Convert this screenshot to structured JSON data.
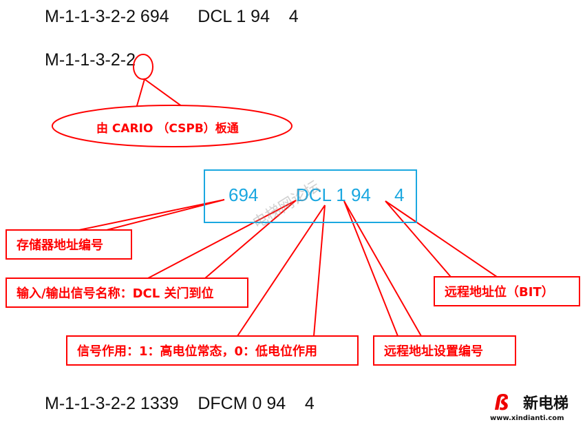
{
  "lines": {
    "top": "M-1-1-3-2-2 694      DCL 1 94    4",
    "second": "M-1-1-3-2-2",
    "bottom": "M-1-1-3-2-2 1339    DFCM 0 94    4"
  },
  "ellipse_note": "由 CARIO （CSPB）板通",
  "breakdown": {
    "address": "694",
    "signal": "DCL 1 94",
    "bit": "4"
  },
  "labels": {
    "memory_address": "存储器地址编号",
    "signal_name": "输入/输出信号名称：DCL 关门到位",
    "signal_function": "信号作用：1：高电位常态，0：低电位作用",
    "remote_address_setting": "远程地址设置编号",
    "remote_address_bit": "远程地址位（BIT）"
  },
  "watermark": "电梯网论坛",
  "logo": {
    "title": "新电梯",
    "url": "www.xindianti.com"
  },
  "colors": {
    "callout": "#ff0000",
    "highlight": "#1aa7e0"
  }
}
